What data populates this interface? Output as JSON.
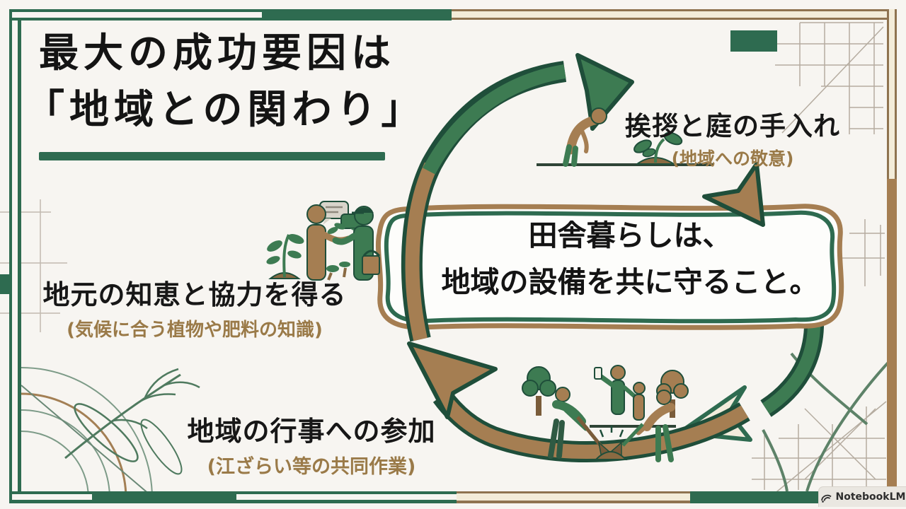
{
  "title": {
    "line1": "最大の成功要因は",
    "line2": "「地域との関わり」"
  },
  "center_box": {
    "line1": "田舎暮らしは、",
    "line2": "地域の設備を共に守ること。"
  },
  "labels": {
    "greeting": {
      "main": "挨拶と庭の手入れ",
      "sub": "(地域への敬意)"
    },
    "wisdom": {
      "main": "地元の知恵と協力を得る",
      "sub": "(気候に合う植物や肥料の知識)"
    },
    "events": {
      "main": "地域の行事への参加",
      "sub": "(江ざらい等の共同作業)"
    }
  },
  "badge": {
    "label": "NotebookLM",
    "icon": "notebooklm-logo"
  },
  "colors": {
    "frame_green": "#2e6b50",
    "arrow_green": "#3d7b52",
    "outline_green": "#1f4e3a",
    "band_brown": "#a57e52",
    "sub_text_brown": "#9a7a48",
    "border_cream": "#f3ecd9",
    "background": "#f7f5f1",
    "text_black": "#171717"
  },
  "icons": {
    "cycle_arrows": [
      "up-right-arrow",
      "down-chevron-arrow",
      "down-left-chevron-arrow",
      "up-left-chevron-arrow"
    ],
    "pictograms": [
      "bowing-person-with-sprout",
      "neighbors-exchanging-produce",
      "community-workers-digging"
    ]
  }
}
